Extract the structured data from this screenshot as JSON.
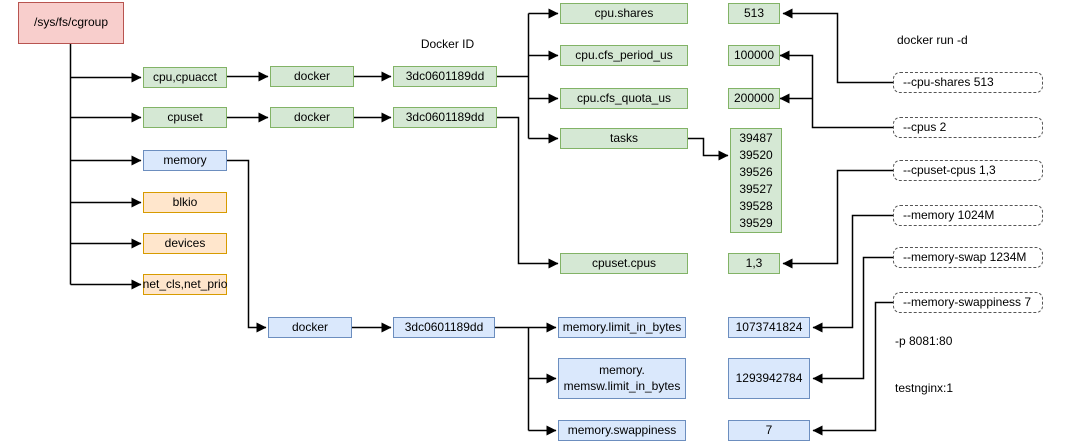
{
  "diagram": {
    "root": {
      "label": "/sys/fs/cgroup"
    },
    "docker_id_label": "Docker ID",
    "subsystems": [
      {
        "label": "cpu,cpuacct"
      },
      {
        "label": "cpuset"
      },
      {
        "label": "memory"
      },
      {
        "label": "blkio"
      },
      {
        "label": "devices"
      },
      {
        "label": "net_cls,net_prio"
      }
    ],
    "cpu_branch": {
      "docker_label": "docker",
      "container_id": "3dc0601189dd",
      "files": [
        {
          "name": "cpu.shares",
          "value": "513"
        },
        {
          "name": "cpu.cfs_period_us",
          "value": "100000"
        },
        {
          "name": "cpu.cfs_quota_us",
          "value": "200000"
        }
      ],
      "tasks": {
        "name": "tasks",
        "pids": [
          "39487",
          "39520",
          "39526",
          "39527",
          "39528",
          "39529"
        ]
      }
    },
    "cpuset_branch": {
      "docker_label": "docker",
      "container_id": "3dc0601189dd",
      "files": [
        {
          "name": "cpuset.cpus",
          "value": "1,3"
        }
      ]
    },
    "memory_branch": {
      "docker_label": "docker",
      "container_id": "3dc0601189dd",
      "files": [
        {
          "name": "memory.limit_in_bytes",
          "value": "1073741824"
        },
        {
          "name": "memory.\nmemsw.limit_in_bytes",
          "value": "1293942784"
        },
        {
          "name": "memory.swappiness",
          "value": "7"
        }
      ]
    },
    "command": {
      "title": "docker run -d",
      "flags": [
        "--cpu-shares 513",
        "--cpus 2",
        "--cpuset-cpus 1,3",
        "--memory 1024M",
        "--memory-swap 1234M",
        "--memory-swappiness 7"
      ],
      "port_mapping": "-p 8081:80",
      "image": "testnginx:1"
    },
    "colors": {
      "root_fill": "#f8cecc",
      "root_stroke": "#b85450",
      "cpu_fill": "#d5e8d4",
      "cpu_stroke": "#82b366",
      "memory_fill": "#dae8fc",
      "memory_stroke": "#6c8ebf",
      "other_fill": "#ffe6cc",
      "other_stroke": "#d79b00",
      "line": "#000000"
    }
  }
}
